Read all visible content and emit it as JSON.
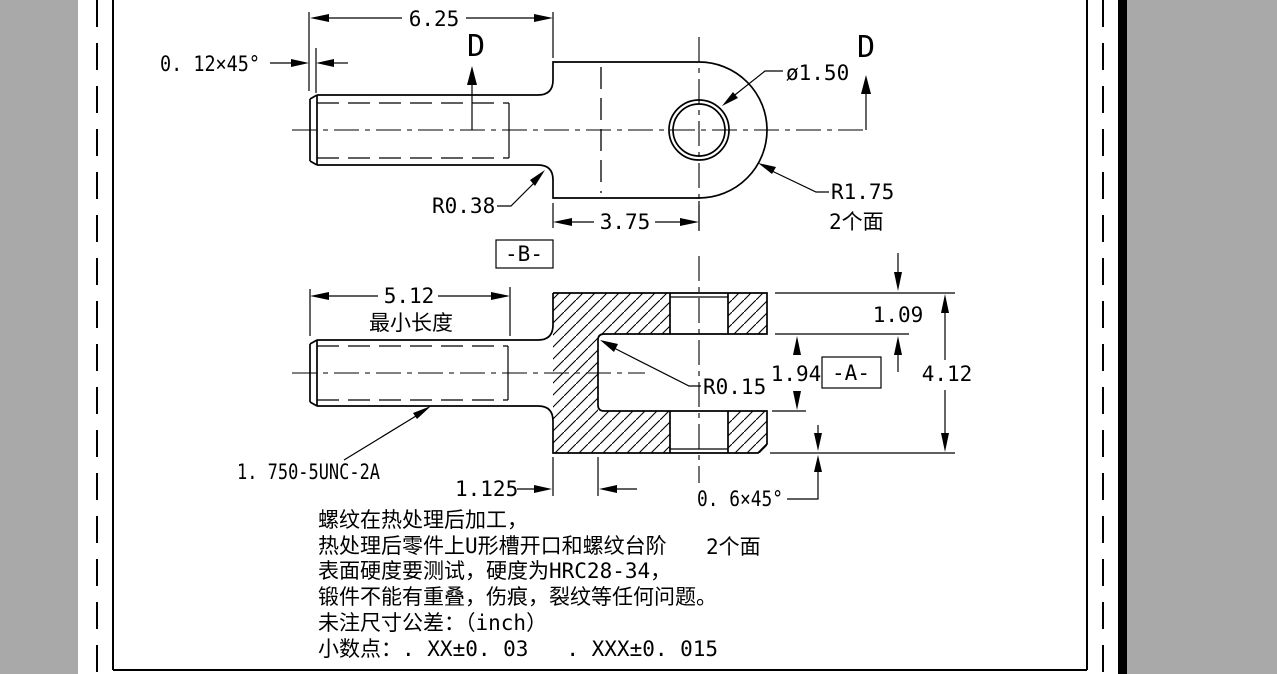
{
  "drawing": {
    "colors": {
      "line": "#000000",
      "paper": "#ffffff",
      "desk": "#a9a9a9",
      "band": "#000000"
    },
    "top_view": {
      "dim_overall": "6.25",
      "chamfer": "0. 12×45°",
      "section_label_left": "D",
      "section_label_right": "D",
      "hole_dia": "ø1.50",
      "radius_head": "R1.75",
      "faces_note": "2个面",
      "fillet_neck": "R0.38",
      "dim_head": "3.75",
      "datum_b": "-B-"
    },
    "section_view": {
      "dim_thread": "5.12",
      "thread_note": "最小长度",
      "dim_flange": "1.09",
      "dim_slot": "1.94",
      "datum_a": "-A-",
      "dim_height": "4.12",
      "fillet_slot": "R0.15",
      "thread_spec": "1. 750-5UNC-2A",
      "dim_slot_depth": "1.125",
      "chamfer": "0. 6×45°",
      "faces_note": "2个面"
    },
    "notes": [
      "螺纹在热处理后加工，",
      "热处理后零件上U形槽开口和螺纹台阶",
      "表面硬度要测试，硬度为HRC28-34，",
      "锻件不能有重叠，伤痕，裂纹等任何问题。",
      "未注尺寸公差：（inch）",
      "小数点：. XX±0. 03   . XXX±0. 015"
    ]
  }
}
